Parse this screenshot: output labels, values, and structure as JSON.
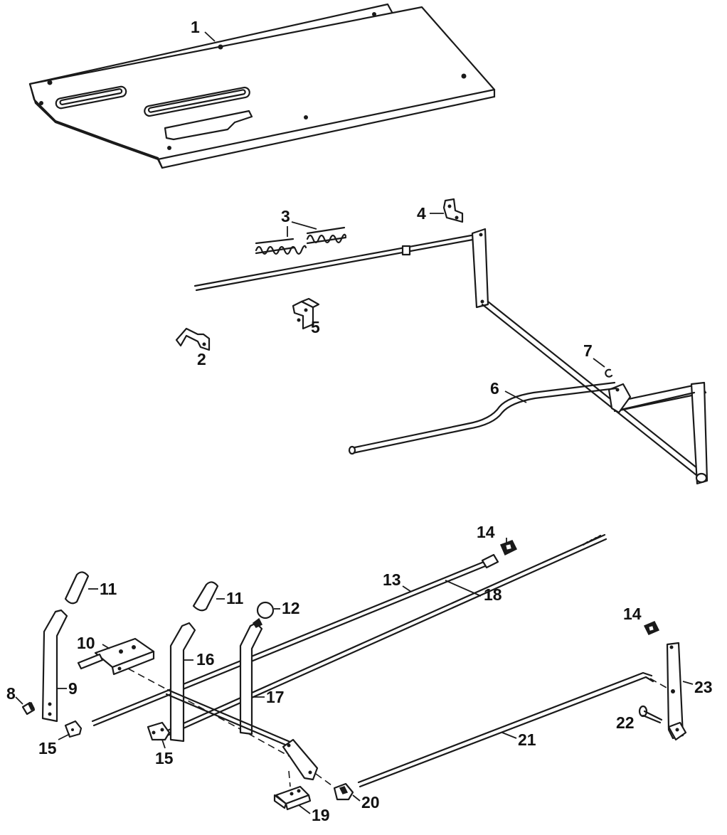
{
  "callouts": {
    "c1": "1",
    "c2": "2",
    "c3": "3",
    "c4": "4",
    "c5": "5",
    "c6": "6",
    "c7": "7",
    "c8": "8",
    "c9": "9",
    "c10": "10",
    "c11a": "11",
    "c11b": "11",
    "c12": "12",
    "c13": "13",
    "c14a": "14",
    "c14b": "14",
    "c15a": "15",
    "c15b": "15",
    "c16": "16",
    "c17": "17",
    "c18": "18",
    "c19": "19",
    "c20": "20",
    "c21": "21",
    "c22": "22",
    "c23": "23"
  },
  "colors": {
    "ink": "#1a1a1a",
    "paper": "#ffffff"
  }
}
